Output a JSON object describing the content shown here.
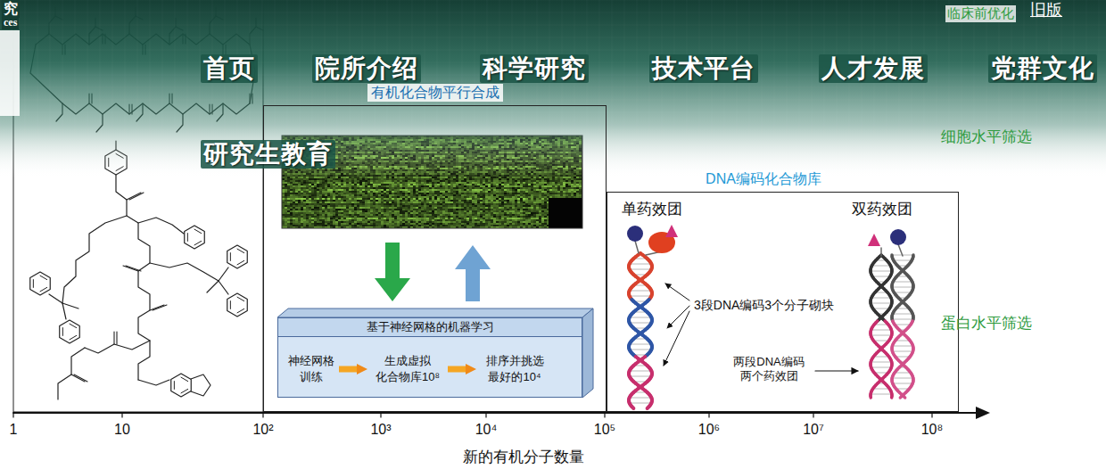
{
  "diagram": {
    "nodes": [
      {
        "text": [
          "有机化合物平行合成"
        ]
      },
      {
        "text": [
          "基于神经网格的机器学习"
        ],
        "in": 0
      },
      {
        "text": [
          "神经网格 训练"
        ],
        "in": 1
      },
      {
        "text": [
          "生成虚拟 化合物库10⁸"
        ],
        "in": 1
      },
      {
        "text": [
          "排序并挑选 最好的10⁴"
        ],
        "in": 1
      },
      {
        "text": [
          "DNA编码化合物库"
        ]
      }
    ],
    "edges": [
      {
        "from": 2,
        "to": 3,
        "arrow": "to"
      },
      {
        "from": 3,
        "to": 4,
        "arrow": "to"
      }
    ],
    "labels": [
      "究",
      "ces",
      "旧版",
      "临床前优化",
      "首页",
      "院所介绍",
      "科学研究",
      "技术平台",
      "人才发展",
      "党群文化",
      "研究生教育",
      "细胞水平筛选",
      "单药效团",
      "双药效团",
      "3段DNA编码3个分子砌块",
      "两段DNA编码 两个药效团",
      "蛋白水平筛选",
      "1",
      "10",
      "10²",
      "10³",
      "10⁴",
      "10⁵",
      "10⁶",
      "10⁷",
      "10⁸",
      "新的有机分子数量"
    ]
  }
}
